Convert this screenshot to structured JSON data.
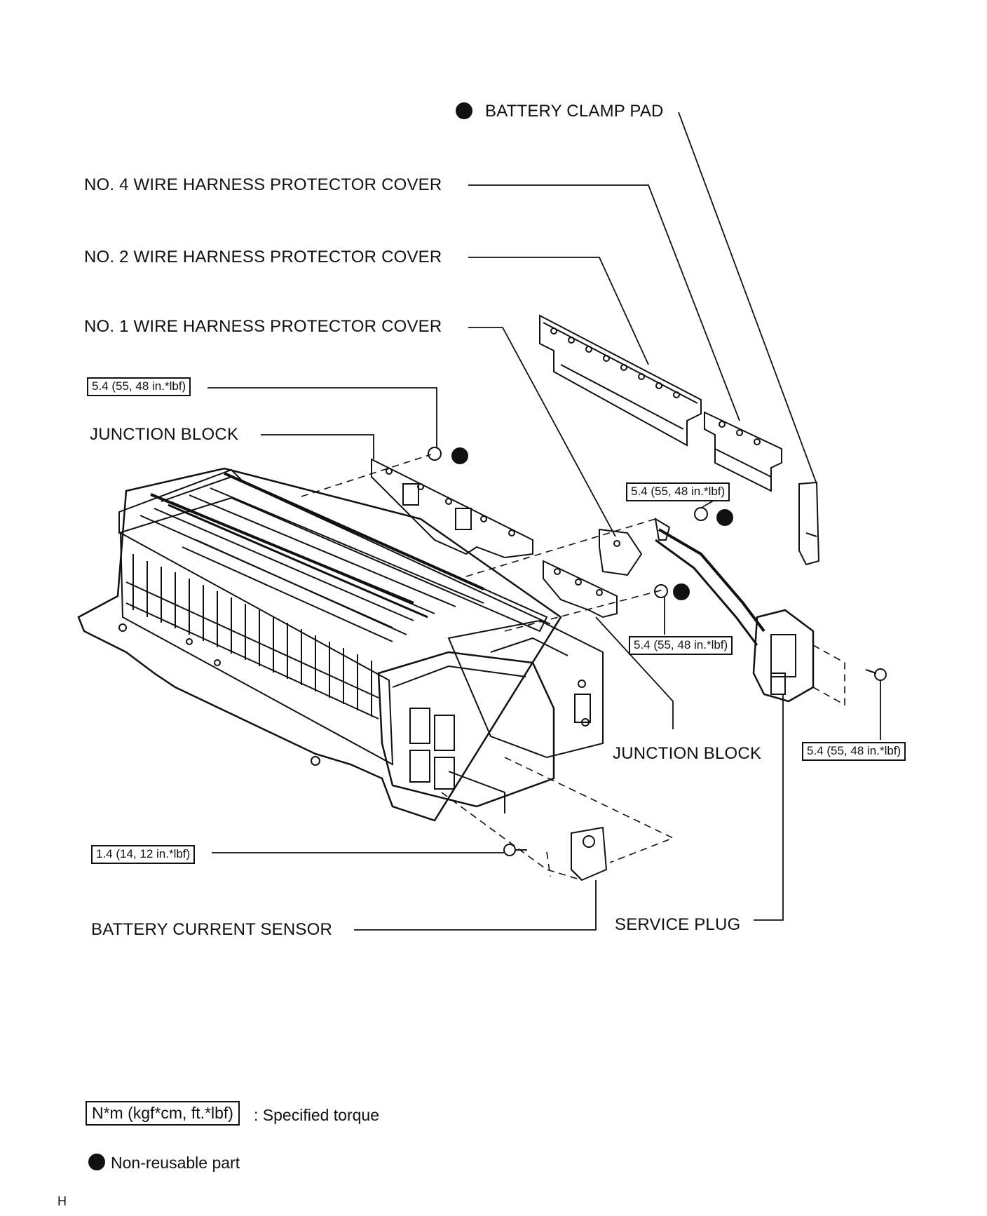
{
  "labels": {
    "battery_clamp_pad": "BATTERY CLAMP PAD",
    "no4_cover": "NO. 4 WIRE HARNESS PROTECTOR COVER",
    "no2_cover": "NO. 2 WIRE HARNESS PROTECTOR COVER",
    "no1_cover": "NO. 1 WIRE HARNESS PROTECTOR COVER",
    "junction_block_upper": "JUNCTION BLOCK",
    "junction_block_lower": "JUNCTION BLOCK",
    "battery_current_sensor": "BATTERY CURRENT SENSOR",
    "service_plug": "SERVICE PLUG"
  },
  "torques": {
    "junction_block_nut": "5.4 (55, 48 in.*lbf)",
    "harness_nut_upper": "5.4 (55, 48 in.*lbf)",
    "harness_nut_lower": "5.4 (55, 48 in.*lbf)",
    "service_plug_bolt": "5.4 (55, 48 in.*lbf)",
    "sensor_bolt": "1.4 (14, 12 in.*lbf)"
  },
  "legend": {
    "torque_box": "N*m (kgf*cm, ft.*lbf)",
    "torque_text": ": Specified torque",
    "nonreusable_text": "Non-reusable part"
  },
  "page_mark": "H",
  "colors": {
    "ink": "#111111",
    "paper": "#ffffff"
  }
}
